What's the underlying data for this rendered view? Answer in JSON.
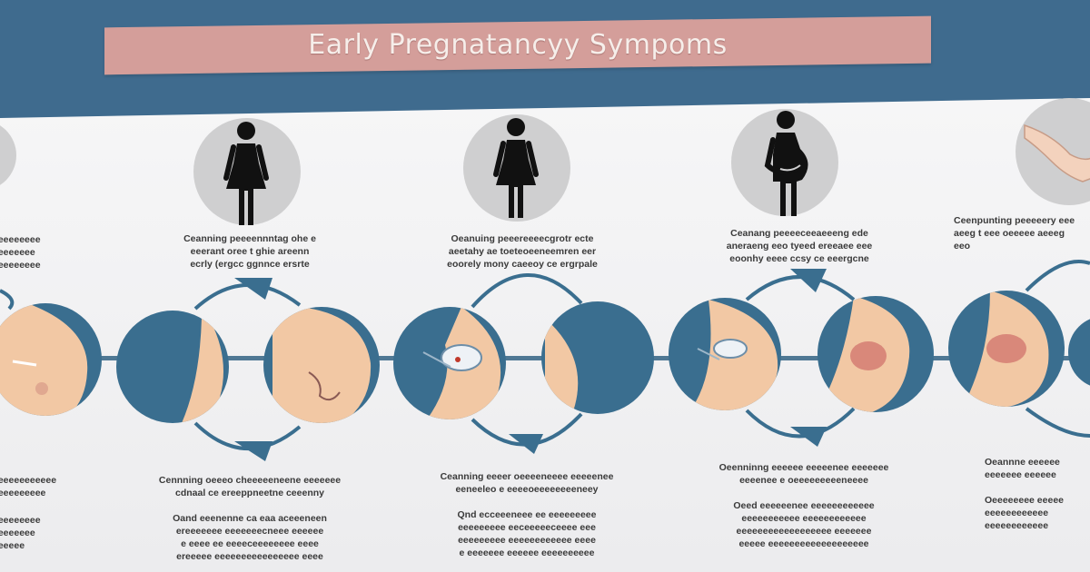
{
  "title": "Early Pregnatancyy Sympoms",
  "colors": {
    "header": "#3f6b8e",
    "ribbon": "#d49e9a",
    "circle_blue": "#3a6e8f",
    "skin": "#f2c8a4",
    "figure_bg": "#cfcfd0"
  },
  "top_captions": [
    {
      "line1": "Ceanning peeeennntag ohe e",
      "line2": "eeerant oree t ghie areenn",
      "line3": "ecrly (ergcc ggnnce ersrte"
    },
    {
      "line1": "Oeanuing peeereeeecgrotr ecte",
      "line2": "aeetahy ae toeteoeeneemren eer",
      "line3": "eoorely mony caeeoy ce ergrpale"
    },
    {
      "line1": "Ceanang peeeeceeaeeeng ede",
      "line2": "aneraeng eeo tyeed ereeaee eee",
      "line3": "eoonhy eeee ccsy ce eeergcne"
    },
    {
      "line1": "Ceenpunting peeeeery eee",
      "line2": "aeeg t eee oeeeee aeeeg",
      "line3": "eeo"
    }
  ],
  "bottom_captions": [
    {
      "line1": "Cennning oeeeo cheeeeeneene eeeeeee",
      "line2": "cdnaal ce ereeppneetne ceeenny",
      "line3": "Oand eeenenne ca eaa aceeeneen",
      "line4": "ereeeeeee eeeeeeecneee eeeeee",
      "line5": "e eeee ee eeeeceeeeeeee eeee",
      "line6": "ereeeee eeeeeeeeeeeeeeee eeee"
    },
    {
      "line1": "Ceanning eeeer oeeeeneeee eeeeenee",
      "line2": "eeneeleo e eeeeoeeeeeeeeneey",
      "line3": "Qnd ecceeeneee ee eeeeeeeee",
      "line4": "eeeeeeeee eeceeeeeceeee eee",
      "line5": "eeeeeeeee eeeeeeeeeeee eeee",
      "line6": "e eeeeeee eeeeee eeeeeeeeee"
    },
    {
      "line1": "Oeenninng eeeeee eeeeenee eeeeeee",
      "line2": "eeeenee e oeeeeeeeeeneeee",
      "line3": "Oeed eeeeeenee eeeeeeeeeeee",
      "line4": "eeeeeeeeeee eeeeeeeeeeee",
      "line5": "eeeeeeeeeeeeeeeeee eeeeeee",
      "line6": "eeeee eeeeeeeeeeeeeeeeeee"
    },
    {
      "line1": "Oeannne eeeeee",
      "line2": "eeeeeee eeeeee",
      "line3": "Oeeeeeeee eeeee",
      "line4": "eeeeeeeeeeee",
      "line5": "eeeeeeeeeeee",
      "line6": ""
    }
  ],
  "left_captions": {
    "top": {
      "line1": "eeeeeeeee",
      "line2": "eeeeeeee",
      "line3": "eeeeeeeee"
    },
    "bottom": {
      "line1": "eeeeeeeeeeee",
      "line2": "eeeeeeeeee",
      "line3": "eeeeeeeee",
      "line4": "eeeeeeee",
      "line5": "eeeeee"
    }
  }
}
